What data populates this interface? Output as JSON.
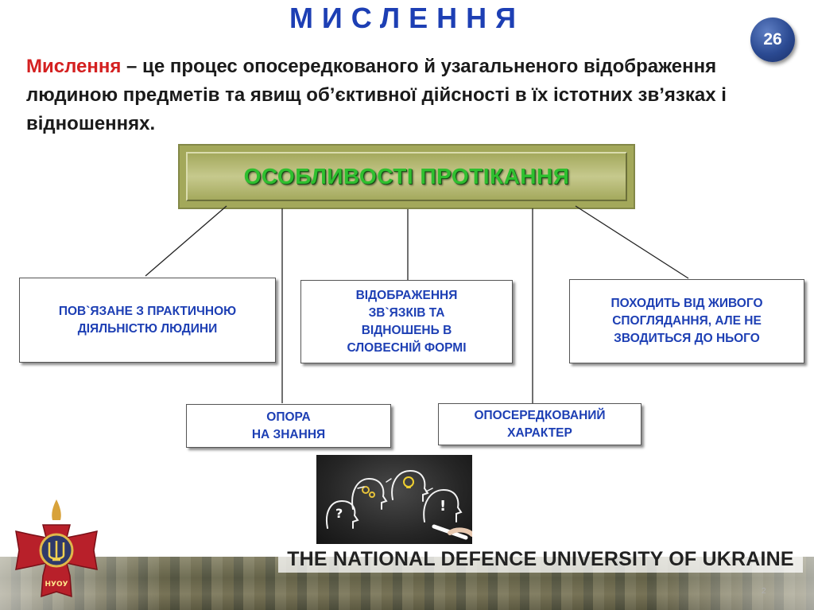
{
  "slide": {
    "title": "МИСЛЕННЯ",
    "number": "26",
    "definition": {
      "term": "Мислення",
      "text": " – це процес опосередкованого й узагальненого відображення людиною предметів та явищ об’єктивної дійсності в їх істотних зв’язках і відношеннях."
    },
    "banner": "ОСОБЛИВОСТІ ПРОТІКАННЯ",
    "boxes": [
      "ПОВ`ЯЗАНЕ З ПРАКТИЧНОЮ\nДІЯЛЬНІСТЮ ЛЮДИНИ",
      "ВІДОБРАЖЕННЯ\nЗВ`ЯЗКІВ ТА\nВІДНОШЕНЬ В\nСЛОВЕСНІЙ ФОРМІ",
      "ПОХОДИТЬ ВІД ЖИВОГО\nСПОГЛЯДАННЯ, АЛЕ НЕ\nЗВОДИТЬСЯ ДО НЬОГО",
      "ОПОРА\nНА ЗНАННЯ",
      "ОПОСЕРЕДКОВАНИЙ\nХАРАКТЕР"
    ],
    "footer": "THE NATIONAL DEFENCE UNIVERSITY OF UKRAINE",
    "emblem_caption": "НУОУ",
    "page_mark": "2"
  },
  "colors": {
    "title": "#1d3fb4",
    "term": "#d42020",
    "banner_text": "#2fbf2f",
    "box_text": "#1d3fb4",
    "emblem_red": "#b8202a"
  },
  "icons": [
    "head-question-icon",
    "head-gears-icon",
    "head-lightbulb-icon",
    "head-exclamation-icon",
    "emblem-cross-icon",
    "trident-icon"
  ]
}
